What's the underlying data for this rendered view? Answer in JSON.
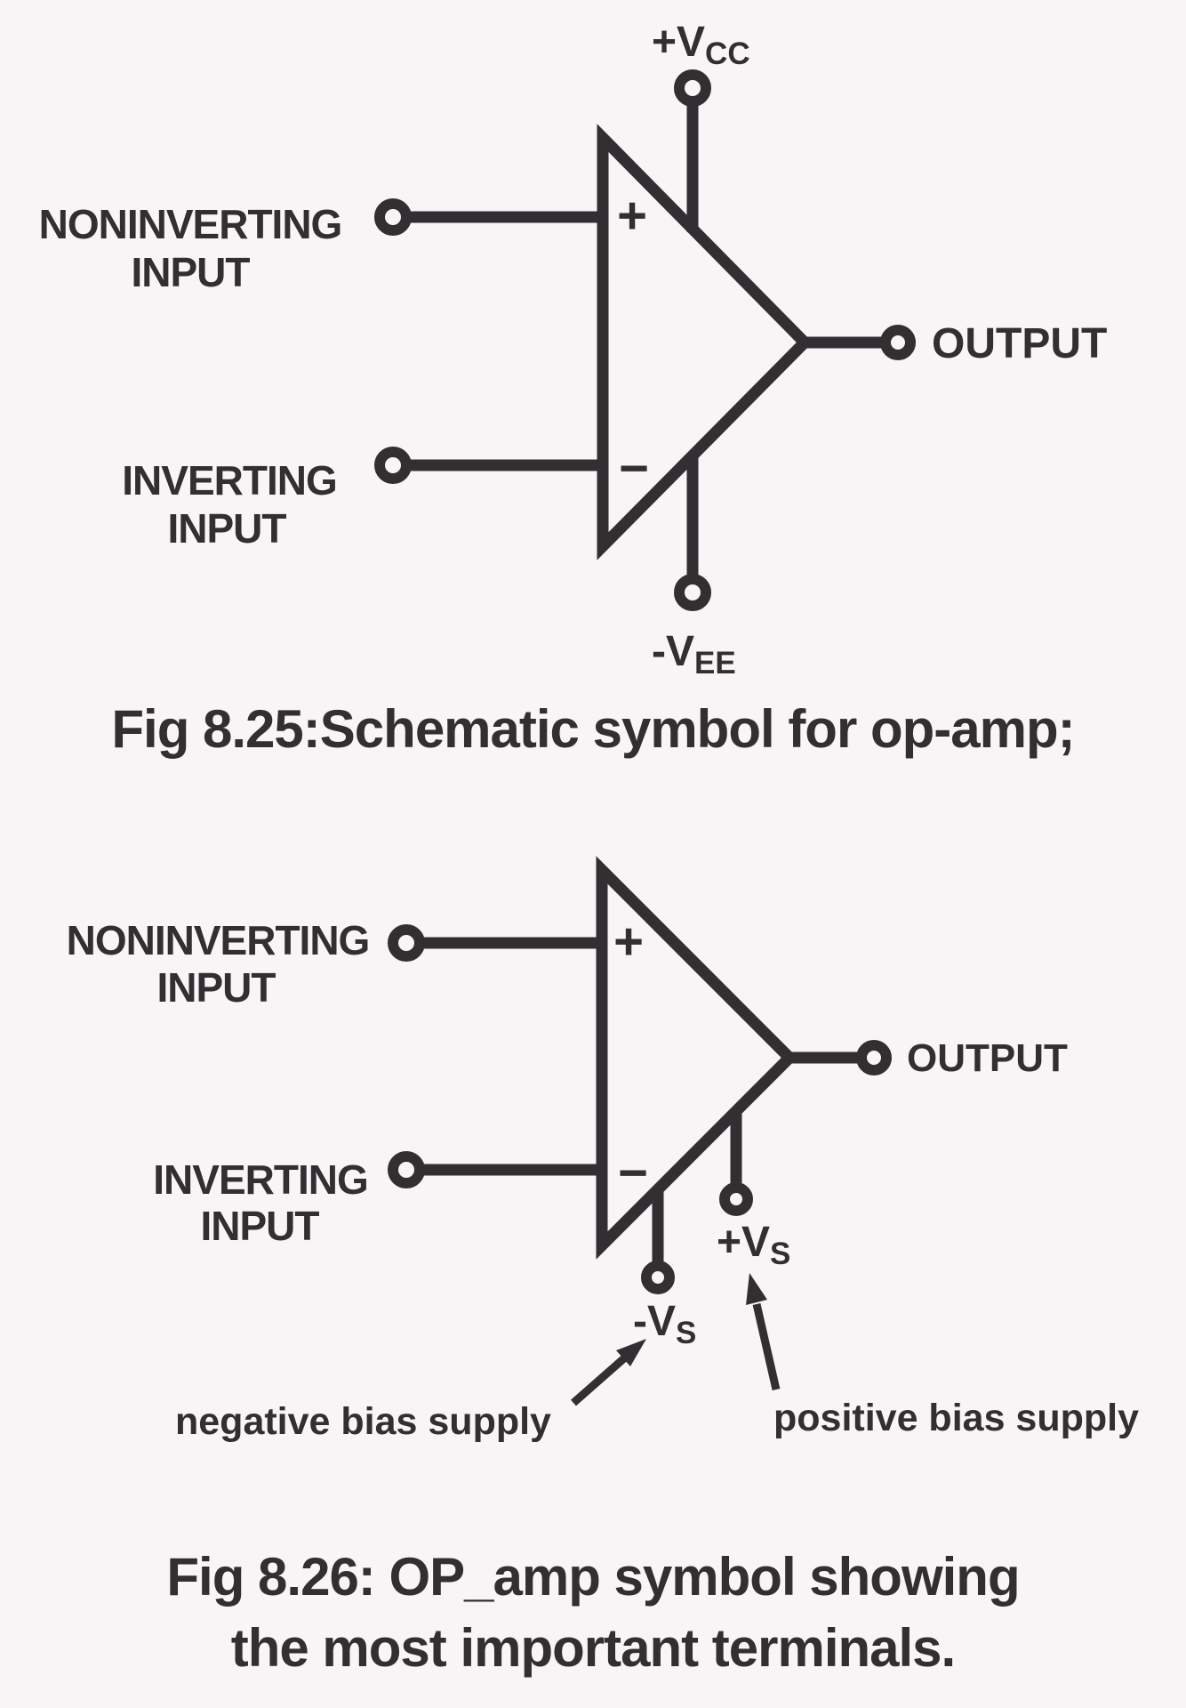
{
  "page": {
    "background_color": "#f7f5f6",
    "ink_color": "#322e31"
  },
  "fig1": {
    "caption": "Fig 8.25:Schematic symbol for op-amp;",
    "noninverting_label_line1": "NONINVERTING",
    "noninverting_label_line2": "INPUT",
    "inverting_label_line1": "INVERTING",
    "inverting_label_line2": "INPUT",
    "output_label": "OUTPUT",
    "plus_sign": "+",
    "minus_sign": "−",
    "positive_supply_main": "+V",
    "positive_supply_sub": "CC",
    "negative_supply_main": "-V",
    "negative_supply_sub": "EE"
  },
  "fig2": {
    "caption_line1": "Fig 8.26: OP_amp symbol showing",
    "caption_line2": "the most important terminals.",
    "noninverting_label_line1": "NONINVERTING",
    "noninverting_label_line2": "INPUT",
    "inverting_label_line1": "INVERTING",
    "inverting_label_line2": "INPUT",
    "output_label": "OUTPUT",
    "plus_sign": "+",
    "minus_sign": "−",
    "positive_supply_main": "+V",
    "positive_supply_sub": "S",
    "negative_supply_main": "-V",
    "negative_supply_sub": "S",
    "negative_supply_annotation": "negative bias supply",
    "positive_supply_annotation": "positive bias supply"
  }
}
